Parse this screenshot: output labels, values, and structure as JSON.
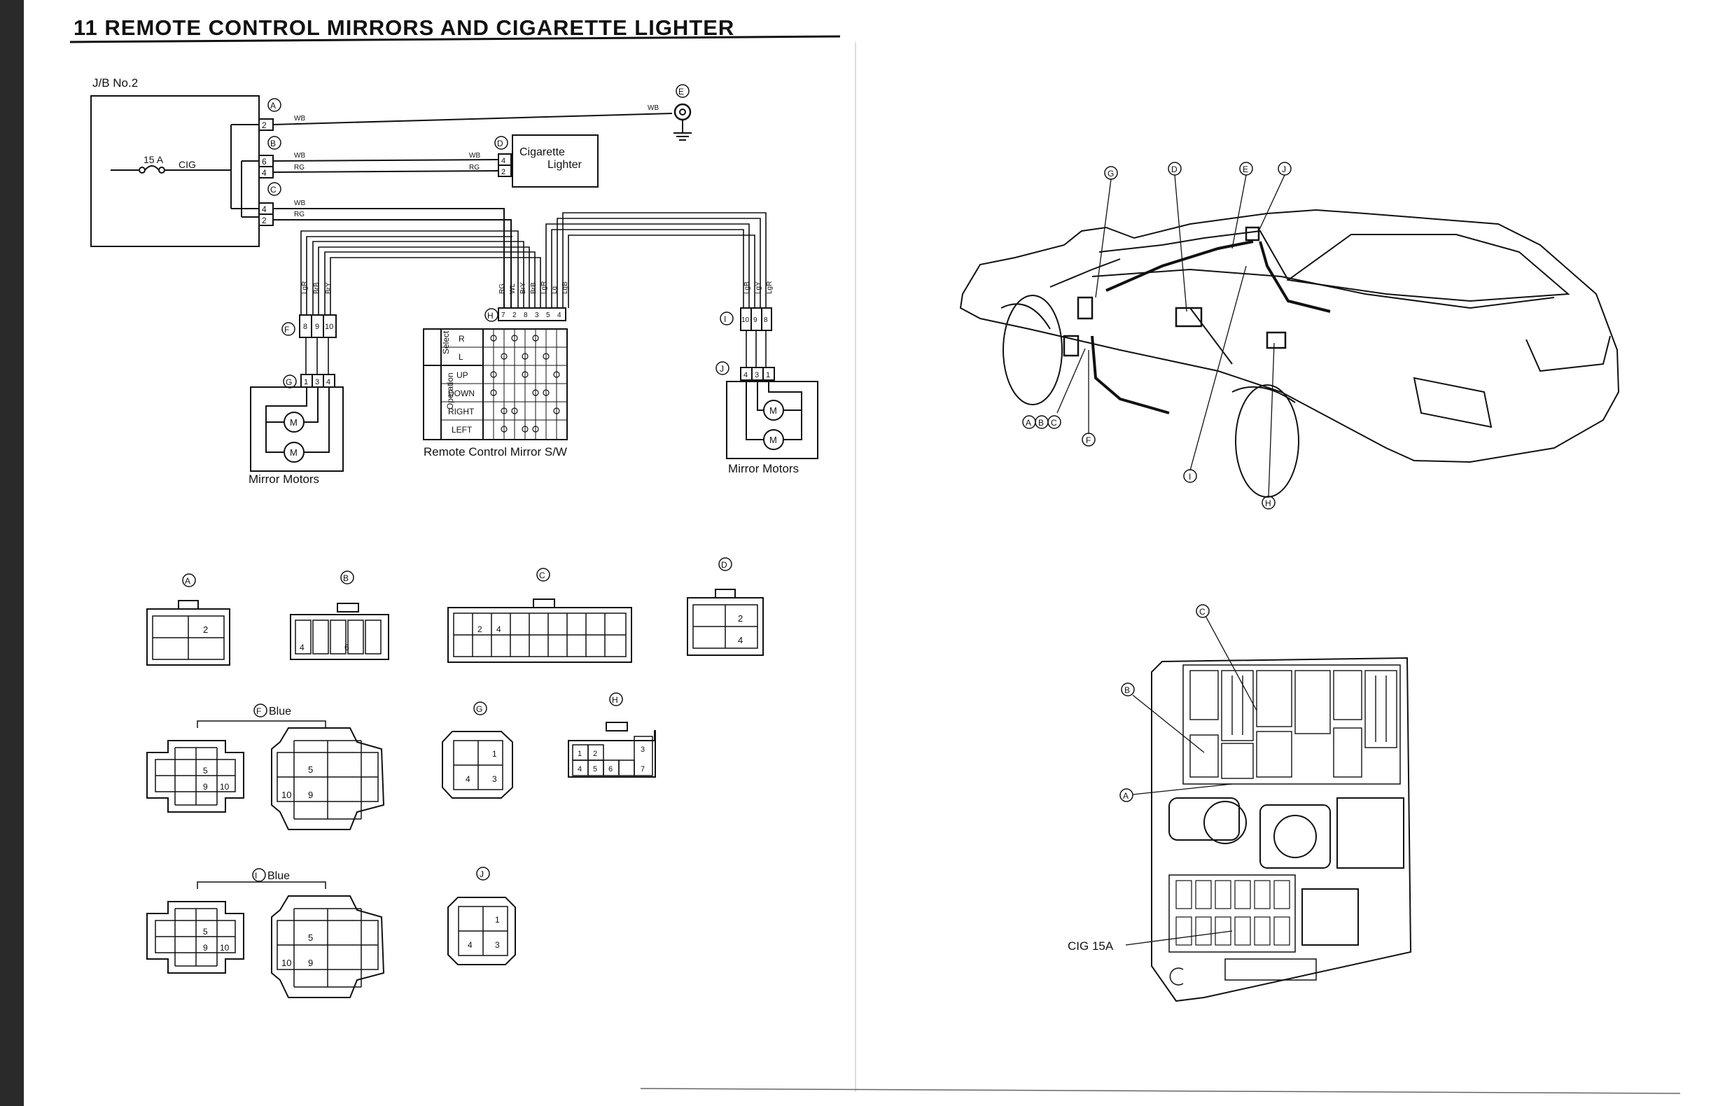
{
  "page": {
    "title": "11 REMOTE CONTROL MIRRORS AND CIGARETTE LIGHTER"
  },
  "schematic": {
    "jb_label": "J/B No.2",
    "fuse_amp": "15 A",
    "fuse_name": "CIG",
    "cigarette_lighter_line1": "Cigarette",
    "cigarette_lighter_line2": "Lighter",
    "mirror_motors_left": "Mirror Motors",
    "mirror_motors_right": "Mirror Motors",
    "switch_label": "Remote Control Mirror S/W",
    "switch_group_select": "Select",
    "switch_group_operation": "Operation",
    "switch_rows": [
      "R",
      "L",
      "UP",
      "DOWN",
      "RIGHT",
      "LEFT"
    ],
    "motor_symbol": "M",
    "connector_letters": [
      "A",
      "B",
      "C",
      "D",
      "E",
      "F",
      "G",
      "H",
      "I",
      "J"
    ],
    "wire_wb": "WB",
    "wire_rg": "RG",
    "wires_f_side": [
      "LgR",
      "BrB",
      "BrY"
    ],
    "wires_i_side": [
      "LgB",
      "LgY",
      "LgR"
    ],
    "wires_h_top": [
      "RG",
      "WL",
      "BrY",
      "BrB",
      "LgR",
      "Lg",
      "LgB"
    ],
    "pins_a": [
      "2"
    ],
    "pins_b": [
      "6",
      "4"
    ],
    "pins_c": [
      "4",
      "2"
    ],
    "pins_d": [
      "4",
      "2"
    ],
    "pins_f": [
      "8",
      "9",
      "10"
    ],
    "pins_g": [
      "1",
      "3",
      "4"
    ],
    "pins_h": [
      "7",
      "2",
      "8",
      "3",
      "5",
      "4"
    ],
    "pins_i": [
      "10",
      "9",
      "8"
    ],
    "pins_j": [
      "4",
      "3",
      "1"
    ]
  },
  "connectors": {
    "a_pins": [
      "2"
    ],
    "b_pins": [
      "4",
      "6"
    ],
    "c_pins": [
      "2",
      "4"
    ],
    "d_pins": [
      "2",
      "4"
    ],
    "f_label": "Blue",
    "f_small_pins": [
      "5",
      "9",
      "10"
    ],
    "f_large_pins": [
      "5",
      "10",
      "9"
    ],
    "g_pins": [
      "1",
      "4",
      "3"
    ],
    "h_pins": [
      "1",
      "2",
      "3",
      "4",
      "5",
      "6",
      "7"
    ],
    "i_label": "Blue",
    "i_small_pins": [
      "5",
      "9",
      "10"
    ],
    "i_large_pins": [
      "5",
      "10",
      "9"
    ],
    "j_pins": [
      "1",
      "4",
      "3"
    ]
  },
  "locator": {
    "car_callouts": [
      "G",
      "D",
      "E",
      "J",
      "A",
      "B",
      "C",
      "F",
      "I",
      "H"
    ],
    "jb_callouts": [
      "C",
      "B",
      "A"
    ],
    "cig_fuse_label": "CIG 15A"
  }
}
